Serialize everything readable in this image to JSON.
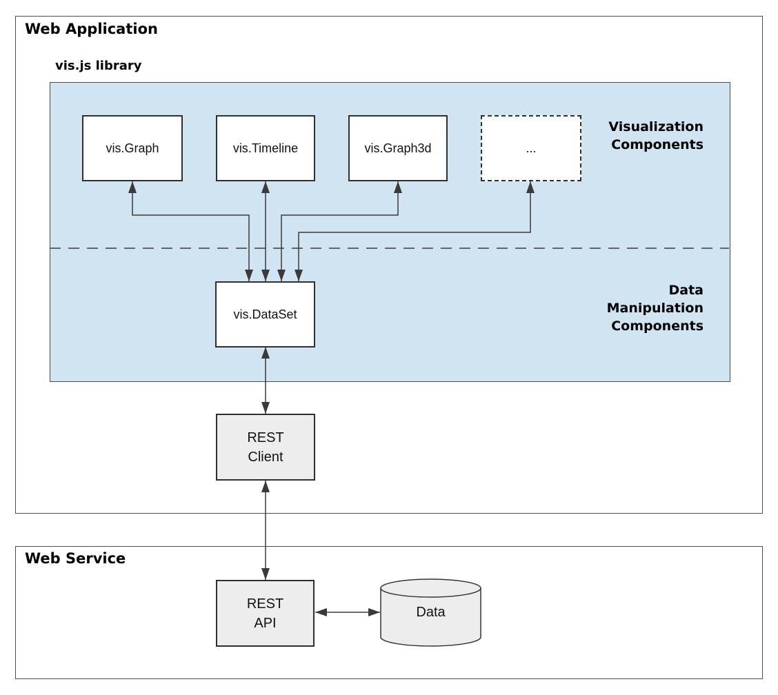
{
  "app_box": {
    "title": "Web Application"
  },
  "library": {
    "label": "vis.js library"
  },
  "viz_boxes": {
    "graph": "vis.Graph",
    "timeline": "vis.Timeline",
    "graph3d": "vis.Graph3d",
    "placeholder": "..."
  },
  "section_labels": {
    "visualization": {
      "line1": "Visualization",
      "line2": "Components"
    },
    "data_manipulation": {
      "line1": "Data",
      "line2": "Manipulation",
      "line3": "Components"
    }
  },
  "dataset_box": {
    "label": "vis.DataSet"
  },
  "rest_client": {
    "line1": "REST",
    "line2": "Client"
  },
  "service_box": {
    "title": "Web Service"
  },
  "rest_api": {
    "line1": "REST",
    "line2": "API"
  },
  "database": {
    "label": "Data"
  },
  "colors": {
    "library_fill": "#d0e4f2",
    "node_fill": "#ffffff",
    "gray_fill": "#ededed",
    "node_border": "#2e2e2e",
    "outer_border": "#4a4a4a",
    "connector": "#3a3a3a",
    "text": "#000000"
  }
}
